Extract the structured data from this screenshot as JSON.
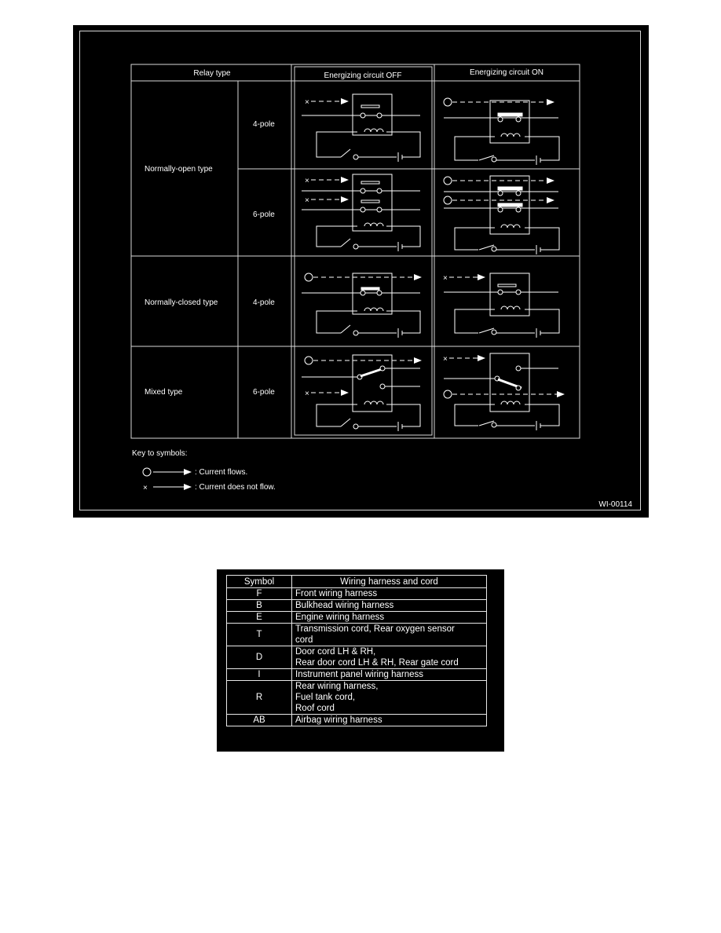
{
  "relay_figure": {
    "headers": {
      "relay_type": "Relay type",
      "circuit_off": "Energizing circuit OFF",
      "circuit_on": "Energizing circuit ON"
    },
    "rows": [
      {
        "type": "Normally-open type",
        "pole": "4-pole"
      },
      {
        "pole": "6-pole"
      },
      {
        "type": "Normally-closed type",
        "pole": "4-pole"
      },
      {
        "type": "Mixed type",
        "pole": "6-pole"
      }
    ],
    "key": {
      "title": "Key to symbols:",
      "flows": ": Current flows.",
      "no_flow": ": Current does not flow."
    },
    "code": "WI-00114",
    "colors": {
      "background": "#000000",
      "line": "#ffffff"
    }
  },
  "harness_table": {
    "headers": {
      "symbol": "Symbol",
      "description": "Wiring harness and cord"
    },
    "rows": [
      {
        "symbol": "F",
        "lines": [
          "Front wiring harness"
        ]
      },
      {
        "symbol": "B",
        "lines": [
          "Bulkhead wiring harness"
        ]
      },
      {
        "symbol": "E",
        "lines": [
          "Engine wiring harness"
        ]
      },
      {
        "symbol": "T",
        "lines": [
          "Transmission cord, Rear oxygen sensor",
          "cord"
        ]
      },
      {
        "symbol": "D",
        "lines": [
          "Door cord LH & RH,",
          "Rear door cord LH & RH, Rear gate cord"
        ]
      },
      {
        "symbol": "I",
        "lines": [
          "Instrument panel wiring harness"
        ]
      },
      {
        "symbol": "R",
        "lines": [
          "Rear wiring harness,",
          "Fuel tank cord,",
          "Roof cord"
        ]
      },
      {
        "symbol": "AB",
        "lines": [
          "Airbag wiring harness"
        ]
      }
    ]
  }
}
